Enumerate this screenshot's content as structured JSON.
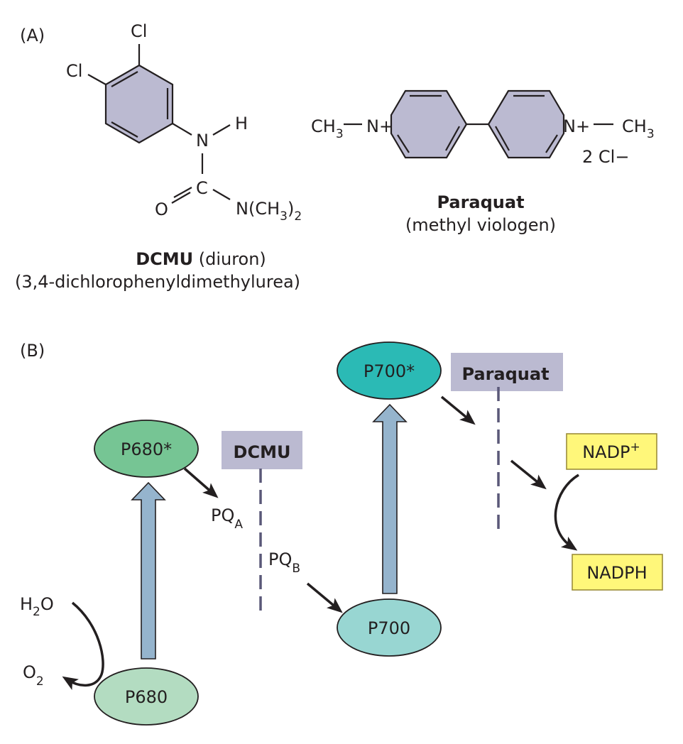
{
  "panel_a": {
    "label": "(A)",
    "dcmu": {
      "atoms": {
        "cl_top": "Cl",
        "cl_left": "Cl",
        "n": "N",
        "h": "H",
        "c": "C",
        "o": "O",
        "nme2_main": "N(CH",
        "nme2_sub3": "3",
        "nme2_close": ")",
        "nme2_sub2": "2"
      },
      "name_bold": "DCMU",
      "name_rest": " (diuron)",
      "systematic_name": "(3,4-dichlorophenyldimethylurea)"
    },
    "paraquat": {
      "atoms": {
        "ch3_left": "CH",
        "ch3_left_sub": "3",
        "n_left": "N+",
        "n_right": "N+",
        "ch3_right": "CH",
        "ch3_right_sub": "3",
        "counterion": "2 Cl−"
      },
      "name_bold": "Paraquat",
      "alt_name": "(methyl viologen)"
    },
    "ring_fill_color": "#bbbad1"
  },
  "panel_b": {
    "label": "(B)",
    "nodes": {
      "p680_star": "P680*",
      "p680": "P680",
      "p700_star": "P700*",
      "p700": "P700",
      "pqa_main": "PQ",
      "pqa_sub": "A",
      "pqb_main": "PQ",
      "pqb_sub": "B",
      "h2o_h": "H",
      "h2o_sub": "2",
      "h2o_o": "O",
      "o2_main": "O",
      "o2_sub": "2",
      "nadp_main": "NADP",
      "nadp_sup": "+",
      "nadph": "NADPH"
    },
    "inhibitors": {
      "dcmu": "DCMU",
      "paraquat": "Paraquat"
    },
    "colors": {
      "p680_star": "#76c594",
      "p680": "#b3dcc1",
      "p700_star": "#2bbab5",
      "p700": "#98d6d2",
      "light_arrow": "#95b4cd",
      "inhibitor_box": "#bbbad1",
      "inhibitor_line": "#5a5878",
      "nadp_box": "#fff77a"
    }
  }
}
